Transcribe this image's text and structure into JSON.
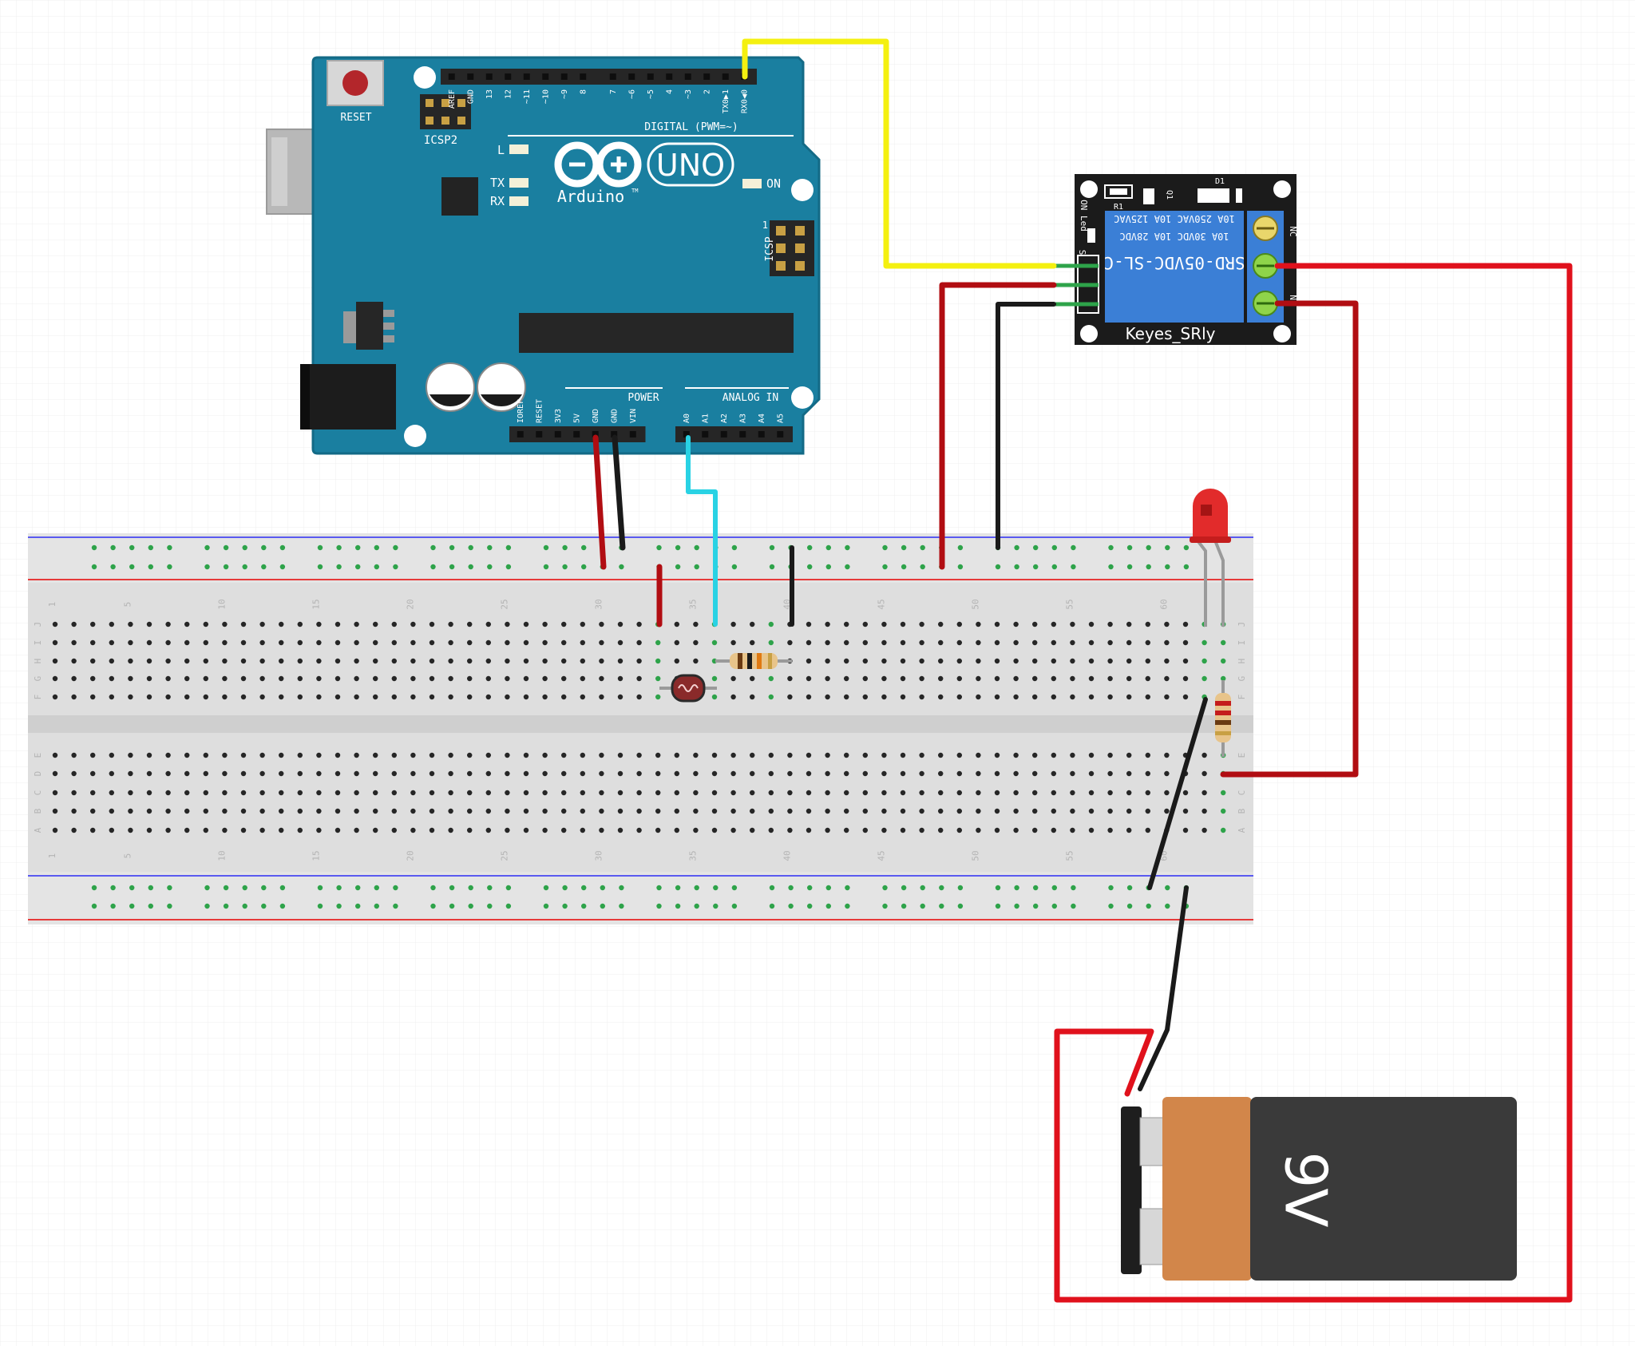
{
  "colors": {
    "background": "#ffffff",
    "grid": "#ececec",
    "arduino_board": "#1a7fa0",
    "breadboard": "#dedede",
    "relay_board": "#1b1b1b",
    "relay_body": "#3b7fd6",
    "wire_red": "#e0111c",
    "wire_dark_red": "#b10d12",
    "wire_black": "#1a1a1a",
    "wire_yellow": "#f4f010",
    "wire_cyan": "#29d2e4",
    "hole_connected": "#2ea34a",
    "led": "#e22b2b",
    "battery_body": "#3a3a3a",
    "battery_band": "#d2864a"
  },
  "arduino": {
    "reset_label": "RESET",
    "icsp2_label": "ICSP2",
    "icsp_label": "ICSP",
    "icsp_pin1": "1",
    "led_l": "L",
    "led_tx": "TX",
    "led_rx": "RX",
    "led_on": "ON",
    "brand": "Arduino",
    "brand_tm": "TM",
    "model": "UNO",
    "digital_label": "DIGITAL (PWM=~)",
    "power_label": "POWER",
    "analog_label": "ANALOG IN",
    "digital_pins": [
      "AREF",
      "GND",
      "13",
      "12",
      "~11",
      "~10",
      "~9",
      "8",
      "7",
      "~6",
      "~5",
      "4",
      "~3",
      "2",
      "TX0▶1",
      "RX0◀0"
    ],
    "power_pins": [
      "IOREF",
      "RESET",
      "3V3",
      "5V",
      "GND",
      "GND",
      "VIN"
    ],
    "analog_pins": [
      "A0",
      "A1",
      "A2",
      "A3",
      "A4",
      "A5"
    ]
  },
  "breadboard": {
    "column_numbers": [
      "1",
      "5",
      "10",
      "15",
      "20",
      "25",
      "30",
      "35",
      "40",
      "45",
      "50",
      "55",
      "60"
    ],
    "top_row_letters": [
      "J",
      "I",
      "H",
      "G",
      "F"
    ],
    "bottom_row_letters": [
      "E",
      "D",
      "C",
      "B",
      "A"
    ]
  },
  "relay": {
    "name": "Keyes_SRly",
    "model_text": "SRD-05VDC-SL-C",
    "rating_1": "10A 30VDC 10A 28VDC",
    "rating_2": "10A 250VAC 10A 125VAC",
    "nc_label": "NC",
    "no_label": "NO",
    "on_led_label": "ON Led",
    "s_label": "S",
    "r1_label": "R1",
    "q1_label": "Q1",
    "d1_label": "D1"
  },
  "battery": {
    "label": "9V"
  },
  "components": {
    "photoresistor_icon": "photoresistor-icon",
    "resistor_icon": "resistor-icon",
    "led_icon": "led-icon"
  }
}
